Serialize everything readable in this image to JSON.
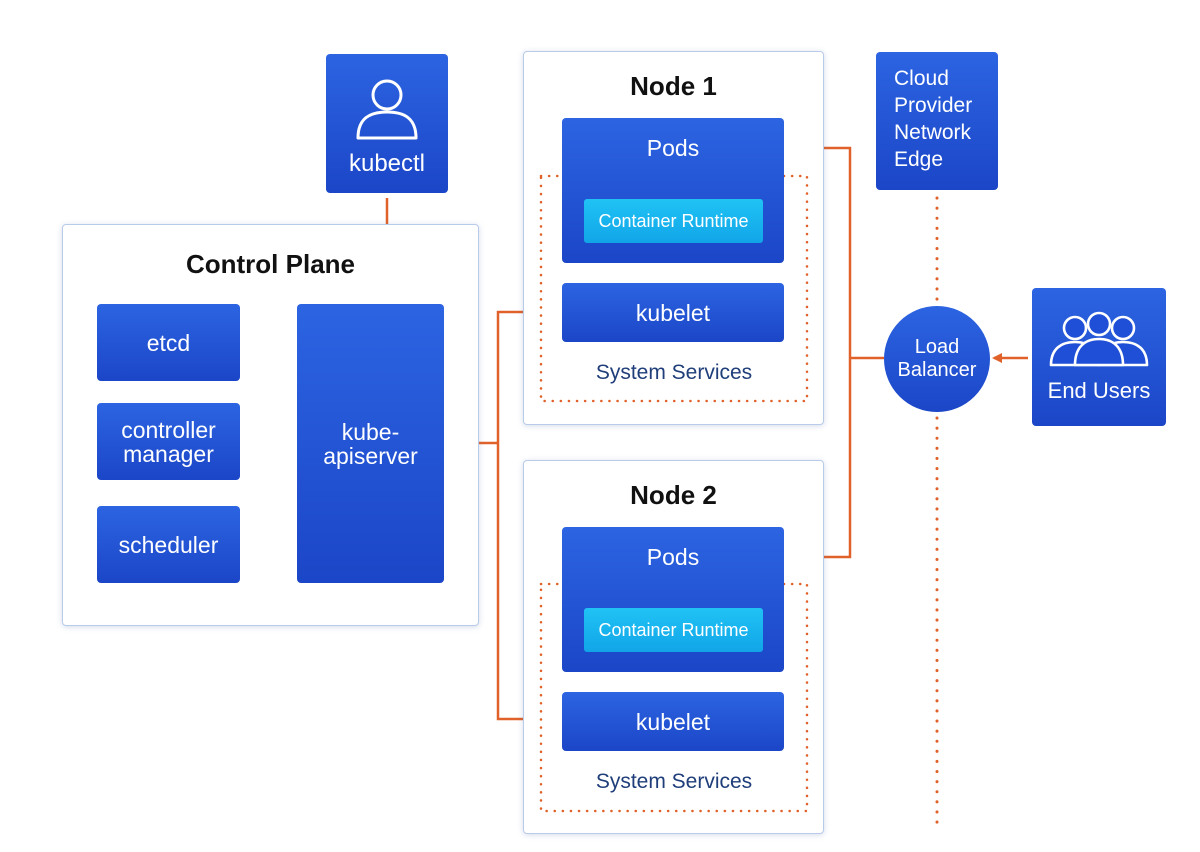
{
  "control_plane": {
    "title": "Control Plane",
    "components": {
      "etcd": "etcd",
      "controller_manager": "controller manager",
      "scheduler": "scheduler"
    },
    "apiserver": "kube- apiserver"
  },
  "kubectl": {
    "label": "kubectl",
    "icon": "person-icon"
  },
  "nodes": [
    {
      "title": "Node 1",
      "pods": "Pods",
      "container_runtime": "Container Runtime",
      "kubelet": "kubelet",
      "system_services": "System Services"
    },
    {
      "title": "Node 2",
      "pods": "Pods",
      "container_runtime": "Container Runtime",
      "kubelet": "kubelet",
      "system_services": "System Services"
    }
  ],
  "cloud_provider": {
    "label": "Cloud Provider Network Edge"
  },
  "load_balancer": {
    "label": "Load Balancer"
  },
  "end_users": {
    "label": "End Users",
    "icon": "users-group-icon"
  },
  "colors": {
    "box_blue": "#1f4fd6",
    "runtime_cyan": "#17b4ef",
    "arrow_orange": "#e0622a",
    "panel_border": "#b8cbe8"
  }
}
